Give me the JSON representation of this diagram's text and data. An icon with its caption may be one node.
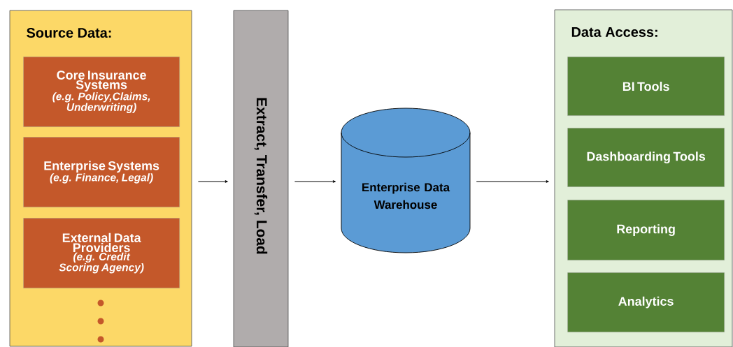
{
  "diagram": {
    "nodes": [
      {
        "text": [
          "Source Data:"
        ]
      },
      {
        "text": [
          "Core Insurance Systems",
          "(e.g. Policy,Claims, Underwriting)"
        ],
        "in": 0
      },
      {
        "text": [
          "Enterprise Systems",
          "(e.g. Finance, Legal)"
        ],
        "in": 0
      },
      {
        "text": [
          "External Data Providers",
          "(e.g. Credit Scoring Agency)"
        ],
        "in": 0
      },
      {
        "text": [
          "Extract, Transfer, Load"
        ]
      },
      {
        "text": [
          "Enterprise Data Warehouse"
        ]
      },
      {
        "text": [
          "Data Access:"
        ]
      },
      {
        "text": [
          "BI Tools"
        ],
        "in": 6
      },
      {
        "text": [
          "Dashboarding Tools"
        ],
        "in": 6
      },
      {
        "text": [
          "Reporting"
        ],
        "in": 6
      },
      {
        "text": [
          "Analytics"
        ],
        "in": 6
      }
    ],
    "edges": [
      {
        "from": 0,
        "to": 4,
        "arrow": "to"
      },
      {
        "from": 4,
        "to": 5,
        "arrow": "to"
      },
      {
        "from": 5,
        "to": 6,
        "arrow": "to"
      }
    ]
  }
}
